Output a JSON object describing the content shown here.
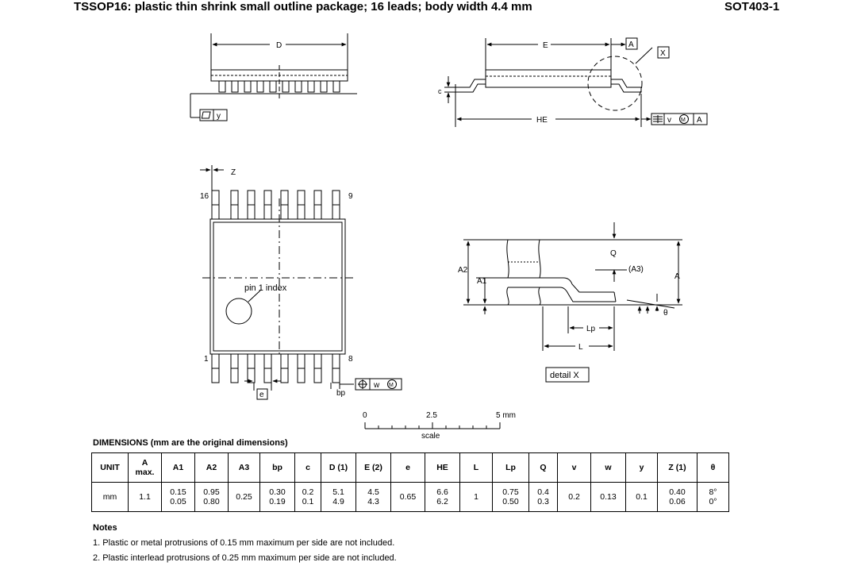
{
  "header": {
    "title": "TSSOP16: plastic thin shrink small outline package; 16 leads; body width 4.4 mm",
    "code": "SOT403-1"
  },
  "labels": {
    "D": "D",
    "E": "E",
    "c": "c",
    "HE": "HE",
    "y_flat": "y",
    "A_datum": "A",
    "X_datum": "X",
    "v_frame": "v",
    "M_sym": "M",
    "A_ref": "A",
    "Z": "Z",
    "pin16": "16",
    "pin9": "9",
    "pin1": "1",
    "pin8": "8",
    "pin1_index": "pin 1 index",
    "e": "e",
    "bp": "bp",
    "w_frame": "w",
    "Q": "Q",
    "A3": "(A3)",
    "A2": "A2",
    "A1": "A1",
    "A_dim": "A",
    "theta": "θ",
    "Lp": "Lp",
    "L": "L",
    "detail": "detail X",
    "scale0": "0",
    "scale25": "2.5",
    "scale5": "5 mm",
    "scale_word": "scale"
  },
  "dimensions": {
    "heading": "DIMENSIONS (mm are the original dimensions)",
    "unit_label": "UNIT",
    "A_label": "A",
    "max_label": "max.",
    "columns": [
      "A1",
      "A2",
      "A3",
      "bp",
      "c",
      "D (1)",
      "E (2)",
      "e",
      "HE",
      "L",
      "Lp",
      "Q",
      "v",
      "w",
      "y",
      "Z (1)",
      "θ"
    ],
    "unit": "mm",
    "A_max": "1.1",
    "values": [
      [
        "0.15",
        "0.05"
      ],
      [
        "0.95",
        "0.80"
      ],
      [
        "0.25"
      ],
      [
        "0.30",
        "0.19"
      ],
      [
        "0.2",
        "0.1"
      ],
      [
        "5.1",
        "4.9"
      ],
      [
        "4.5",
        "4.3"
      ],
      [
        "0.65"
      ],
      [
        "6.6",
        "6.2"
      ],
      [
        "1"
      ],
      [
        "0.75",
        "0.50"
      ],
      [
        "0.4",
        "0.3"
      ],
      [
        "0.2"
      ],
      [
        "0.13"
      ],
      [
        "0.1"
      ],
      [
        "0.40",
        "0.06"
      ],
      [
        "8°",
        "0°"
      ]
    ]
  },
  "notes": {
    "title": "Notes",
    "items": [
      "1. Plastic or metal protrusions of 0.15 mm maximum per side are not included.",
      "2. Plastic interlead protrusions of 0.25 mm maximum per side are not included."
    ]
  }
}
